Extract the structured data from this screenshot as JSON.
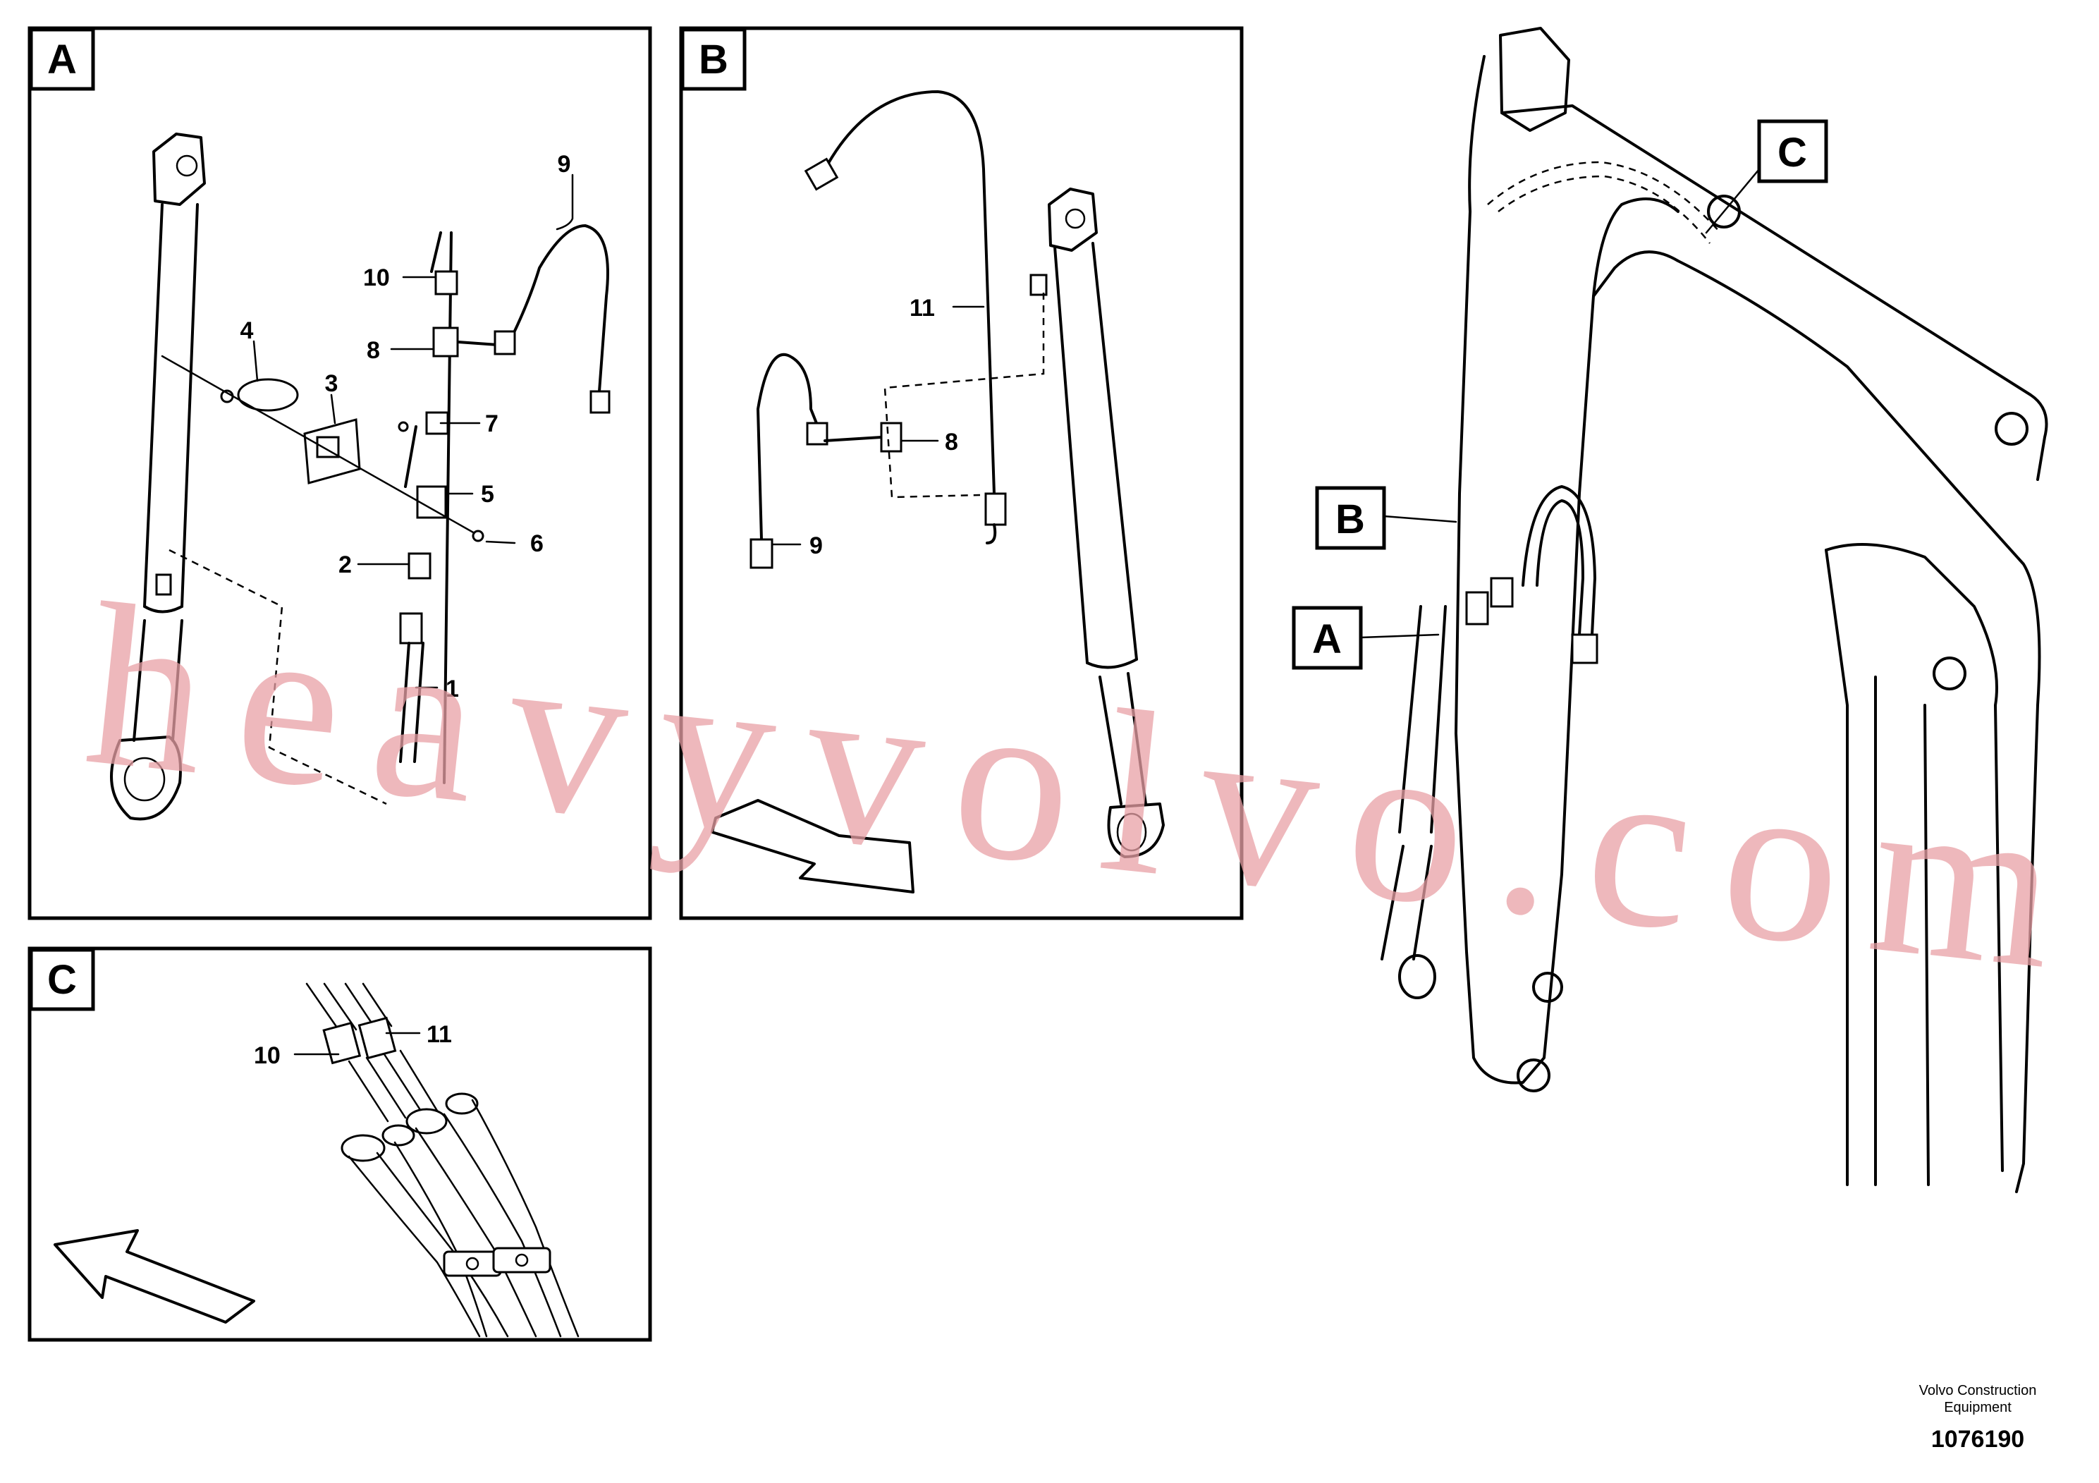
{
  "panels": {
    "a": {
      "letter": "A"
    },
    "b": {
      "letter": "B"
    },
    "c": {
      "letter": "C"
    }
  },
  "callouts": {
    "a": {
      "p1": "1",
      "p2": "2",
      "p3": "3",
      "p4": "4",
      "p5": "5",
      "p6": "6",
      "p7": "7",
      "p8": "8",
      "p9": "9",
      "p10": "10"
    },
    "b": {
      "p8": "8",
      "p9": "9",
      "p11": "11"
    },
    "c": {
      "p10": "10",
      "p11": "11"
    }
  },
  "overview": {
    "label_a": "A",
    "label_b": "B",
    "label_c": "C"
  },
  "watermark": "heavyvolvo.com",
  "footer": {
    "company_line1": "Volvo Construction",
    "company_line2": "Equipment",
    "drawing_number": "1076190"
  },
  "colors": {
    "watermark": "#e8a0a6",
    "line": "#000000",
    "background": "#ffffff"
  }
}
